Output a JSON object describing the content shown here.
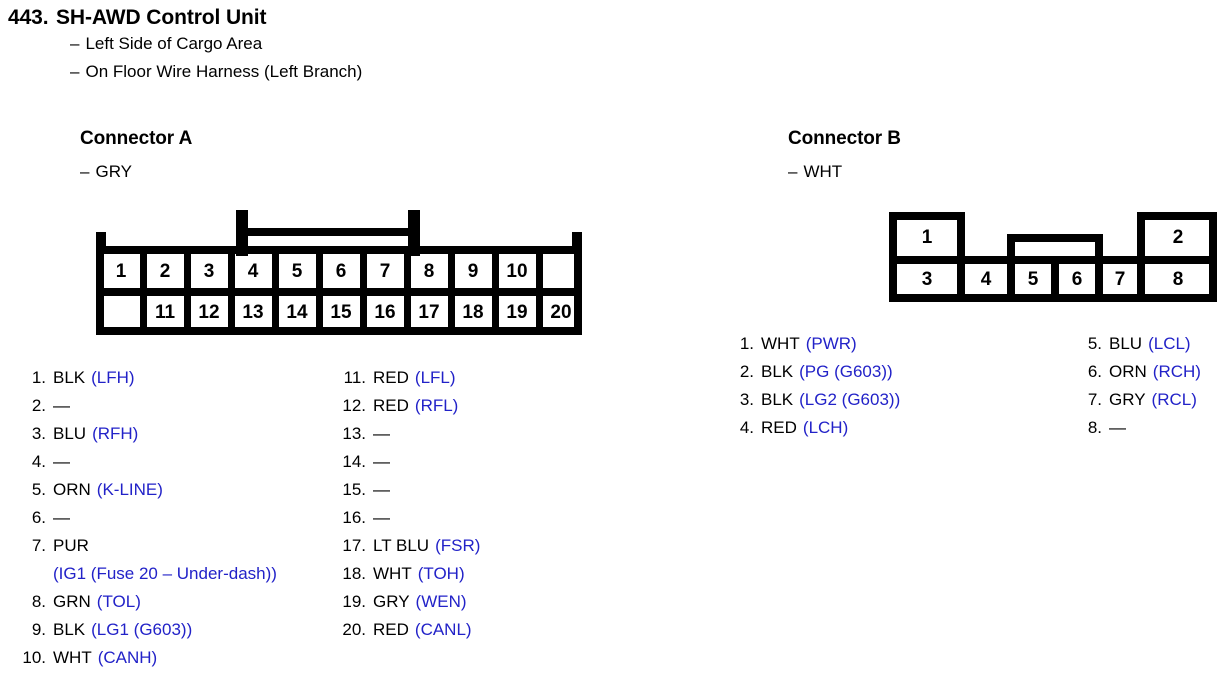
{
  "header": {
    "number": "443.",
    "title": "SH-AWD Control Unit",
    "location_lines": [
      {
        "dash": "–",
        "text": "Left Side of Cargo Area"
      },
      {
        "dash": "–",
        "text": "On Floor Wire Harness (Left Branch)"
      }
    ]
  },
  "colors": {
    "signal_blue": "#2222c8",
    "wire_black": "#000000",
    "diagram_stroke": "#000000",
    "background": "#ffffff"
  },
  "connector_a": {
    "heading": "Connector A",
    "color_dash": "–",
    "color_label": "GRY",
    "diagram": {
      "top_row_labels": [
        "1",
        "2",
        "3",
        "4",
        "5",
        "6",
        "7",
        "8",
        "9",
        "10"
      ],
      "bottom_row_labels": [
        "11",
        "12",
        "13",
        "14",
        "15",
        "16",
        "17",
        "18",
        "19",
        "20"
      ],
      "has_latch_tab": true
    },
    "pins_left": [
      {
        "num": "1.",
        "wire": "BLK",
        "signal": "(LFH)"
      },
      {
        "num": "2.",
        "wire": "—",
        "signal": ""
      },
      {
        "num": "3.",
        "wire": "BLU",
        "signal": "(RFH)"
      },
      {
        "num": "4.",
        "wire": "—",
        "signal": ""
      },
      {
        "num": "5.",
        "wire": "ORN",
        "signal": "(K-LINE)"
      },
      {
        "num": "6.",
        "wire": "—",
        "signal": ""
      },
      {
        "num": "7.",
        "wire": "PUR",
        "signal": "",
        "continuation": "(IG1 (Fuse 20 – Under-dash))"
      },
      {
        "num": "8.",
        "wire": "GRN",
        "signal": "(TOL)"
      },
      {
        "num": "9.",
        "wire": "BLK",
        "signal": "(LG1 (G603))"
      },
      {
        "num": "10.",
        "wire": "WHT",
        "signal": "(CANH)"
      }
    ],
    "pins_right": [
      {
        "num": "11.",
        "wire": "RED",
        "signal": "(LFL)"
      },
      {
        "num": "12.",
        "wire": "RED",
        "signal": "(RFL)"
      },
      {
        "num": "13.",
        "wire": "—",
        "signal": ""
      },
      {
        "num": "14.",
        "wire": "—",
        "signal": ""
      },
      {
        "num": "15.",
        "wire": "—",
        "signal": ""
      },
      {
        "num": "16.",
        "wire": "—",
        "signal": ""
      },
      {
        "num": "17.",
        "wire": "LT BLU",
        "signal": "(FSR)"
      },
      {
        "num": "18.",
        "wire": "WHT",
        "signal": "(TOH)"
      },
      {
        "num": "19.",
        "wire": "GRY",
        "signal": "(WEN)"
      },
      {
        "num": "20.",
        "wire": "RED",
        "signal": "(CANL)"
      }
    ]
  },
  "connector_b": {
    "heading": "Connector B",
    "color_dash": "–",
    "color_label": "WHT",
    "diagram": {
      "top_row_labels": [
        "1",
        "2"
      ],
      "bottom_row_labels": [
        "3",
        "4",
        "5",
        "6",
        "7",
        "8"
      ],
      "has_center_tab": true
    },
    "pins_left": [
      {
        "num": "1.",
        "wire": "WHT",
        "signal": "(PWR)"
      },
      {
        "num": "2.",
        "wire": "BLK",
        "signal": "(PG (G603))"
      },
      {
        "num": "3.",
        "wire": "BLK",
        "signal": "(LG2 (G603))"
      },
      {
        "num": "4.",
        "wire": "RED",
        "signal": "(LCH)"
      }
    ],
    "pins_right": [
      {
        "num": "5.",
        "wire": "BLU",
        "signal": "(LCL)"
      },
      {
        "num": "6.",
        "wire": "ORN",
        "signal": "(RCH)"
      },
      {
        "num": "7.",
        "wire": "GRY",
        "signal": "(RCL)"
      },
      {
        "num": "8.",
        "wire": "—",
        "signal": ""
      }
    ]
  }
}
